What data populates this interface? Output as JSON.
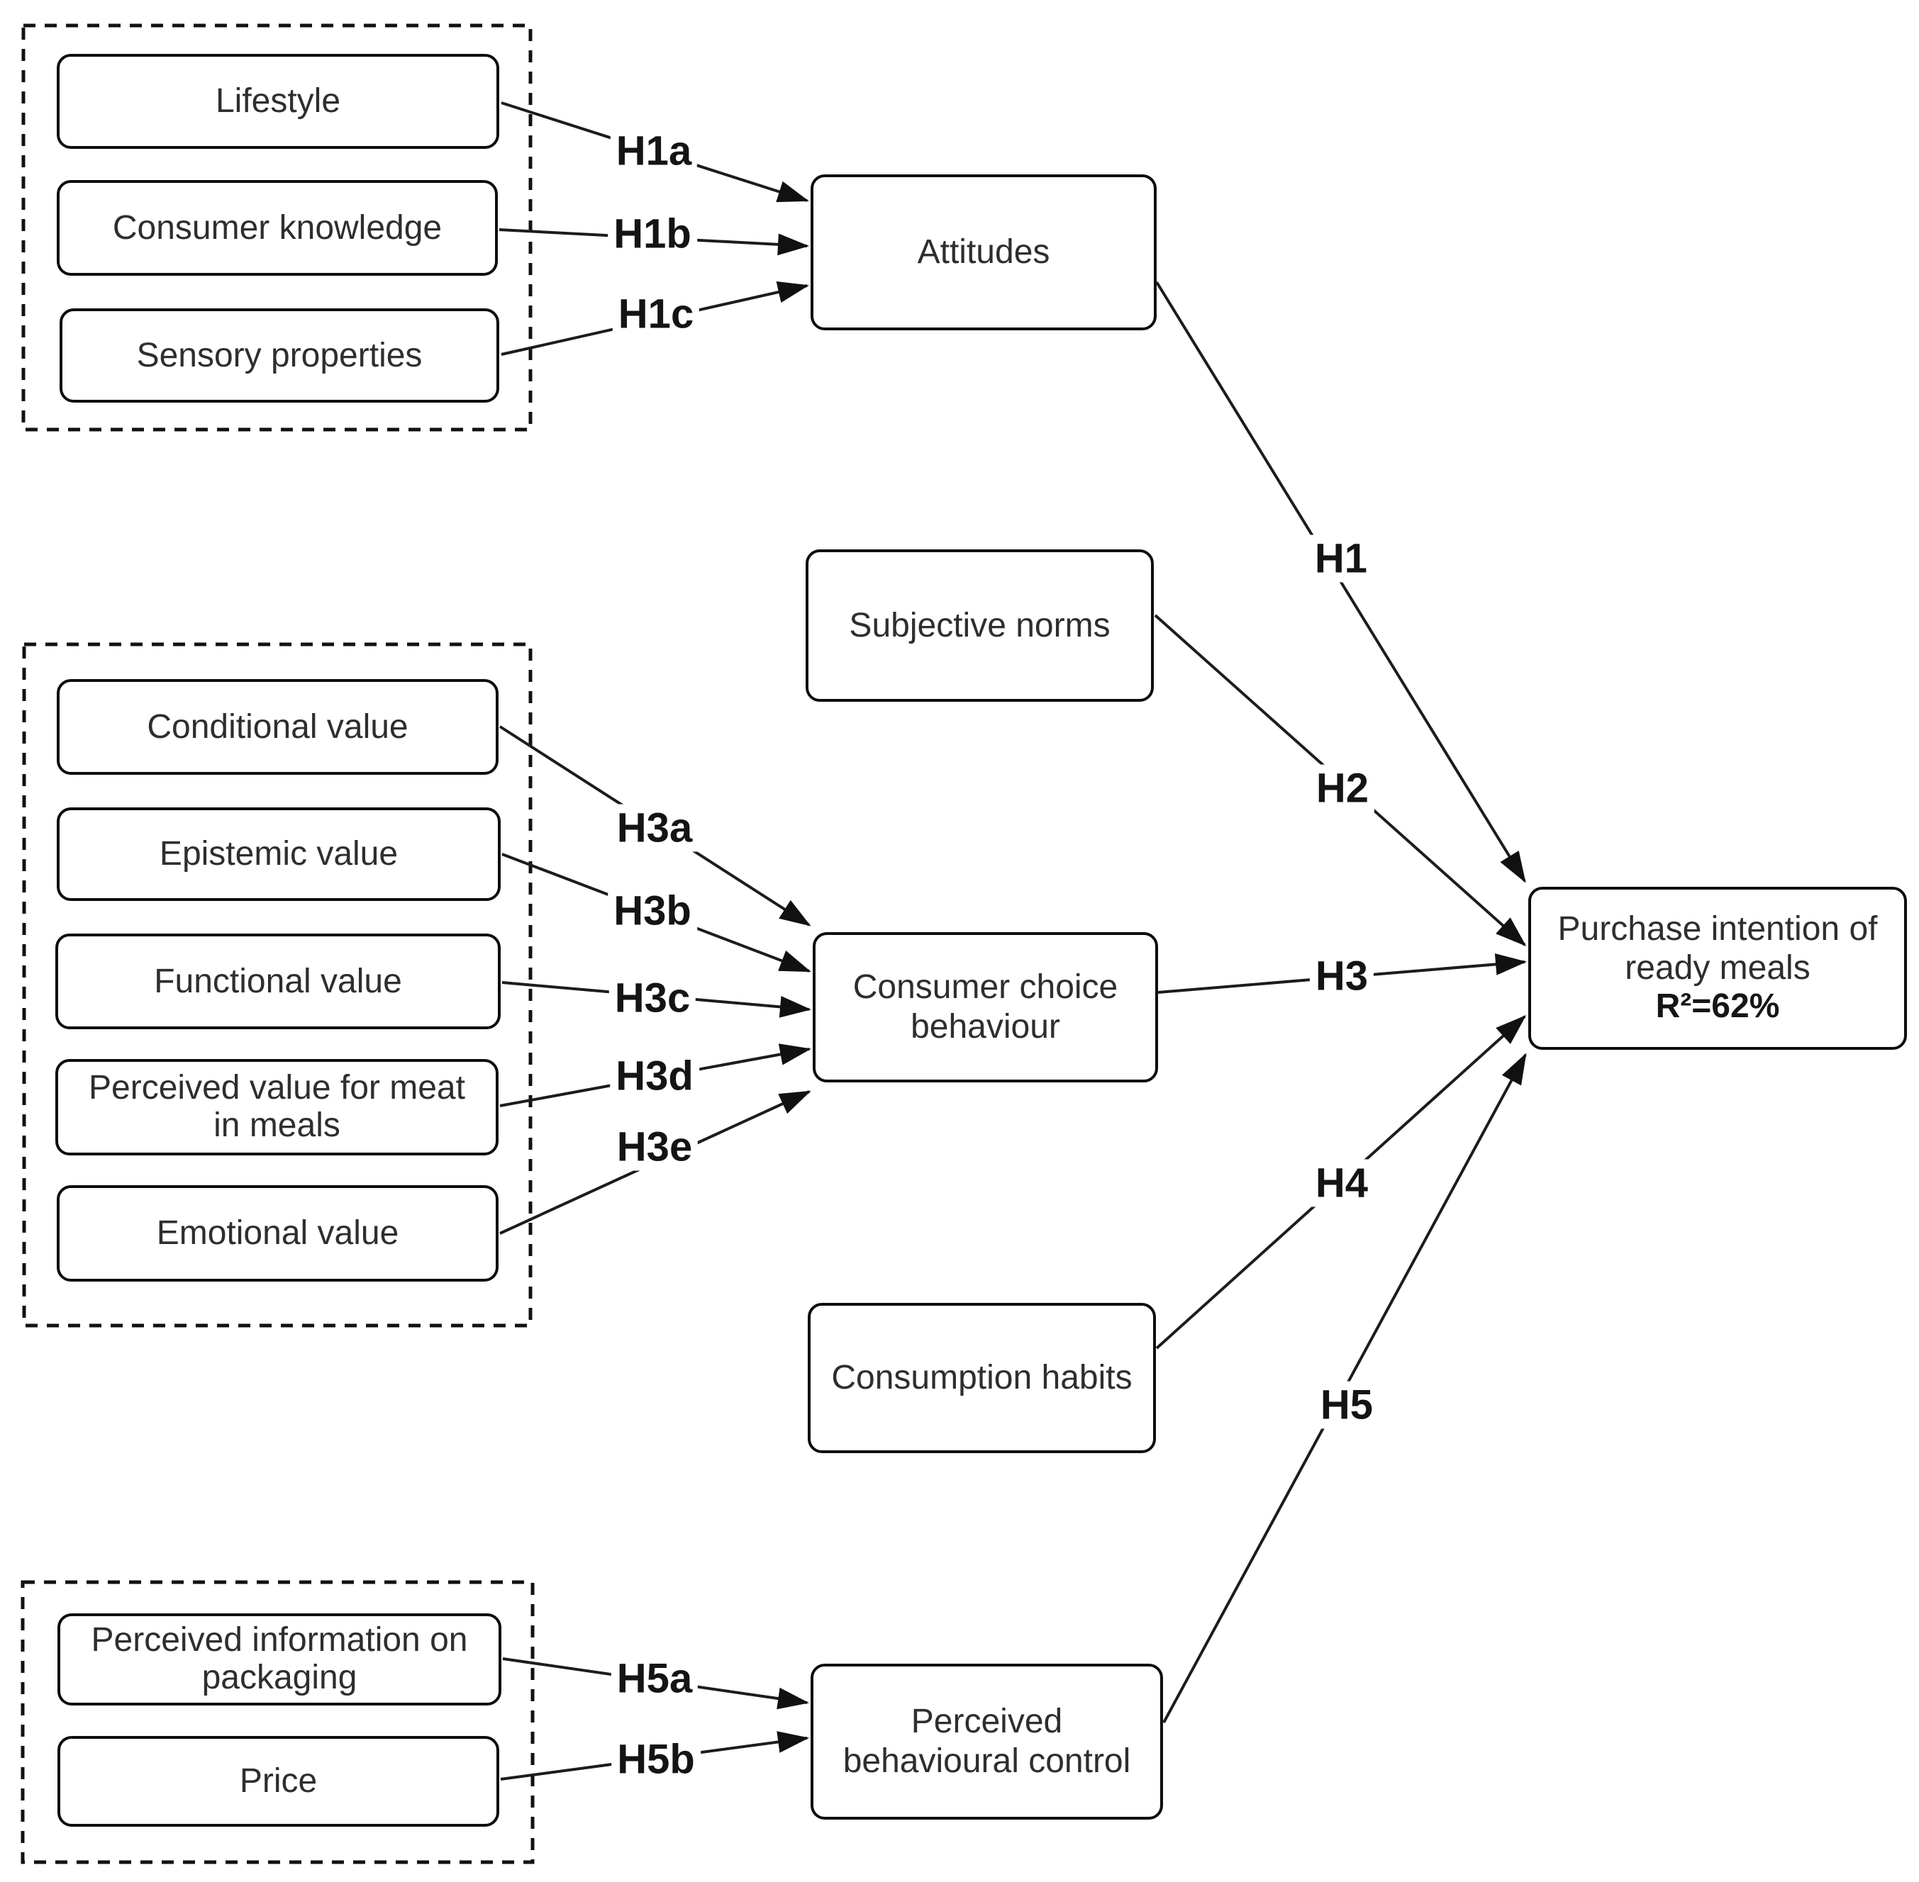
{
  "nodes": {
    "lifestyle": {
      "label": "Lifestyle"
    },
    "consumer_knowledge": {
      "label": "Consumer knowledge"
    },
    "sensory_properties": {
      "label": "Sensory properties"
    },
    "attitudes": {
      "label": "Attitudes"
    },
    "subjective_norms": {
      "label": "Subjective norms"
    },
    "conditional_value": {
      "label": "Conditional value"
    },
    "epistemic_value": {
      "label": "Epistemic value"
    },
    "functional_value": {
      "label": "Functional value"
    },
    "perceived_value_meat": {
      "lines": [
        "Perceived value for meat",
        "in meals"
      ]
    },
    "emotional_value": {
      "label": "Emotional value"
    },
    "consumer_choice": {
      "lines": [
        "Consumer choice",
        "behaviour"
      ]
    },
    "consumption_habits": {
      "label": "Consumption habits"
    },
    "purchase_intention": {
      "lines": [
        "Purchase intention of",
        "ready meals",
        "R²=62%"
      ]
    },
    "perceived_info_packaging": {
      "lines": [
        "Perceived information on",
        "packaging"
      ]
    },
    "price": {
      "label": "Price"
    },
    "perceived_behavioural_control": {
      "lines": [
        "Perceived",
        "behavioural control"
      ]
    }
  },
  "edge_labels": {
    "h1a": "H1a",
    "h1b": "H1b",
    "h1c": "H1c",
    "h1": "H1",
    "h2": "H2",
    "h3a": "H3a",
    "h3b": "H3b",
    "h3c": "H3c",
    "h3d": "H3d",
    "h3e": "H3e",
    "h3": "H3",
    "h4": "H4",
    "h5a": "H5a",
    "h5b": "H5b",
    "h5": "H5"
  },
  "colors": {
    "line": "#1c1c1c",
    "box_border": "#0d0d0d",
    "box_background": "#ffffff",
    "text": "#2e2e2e"
  }
}
